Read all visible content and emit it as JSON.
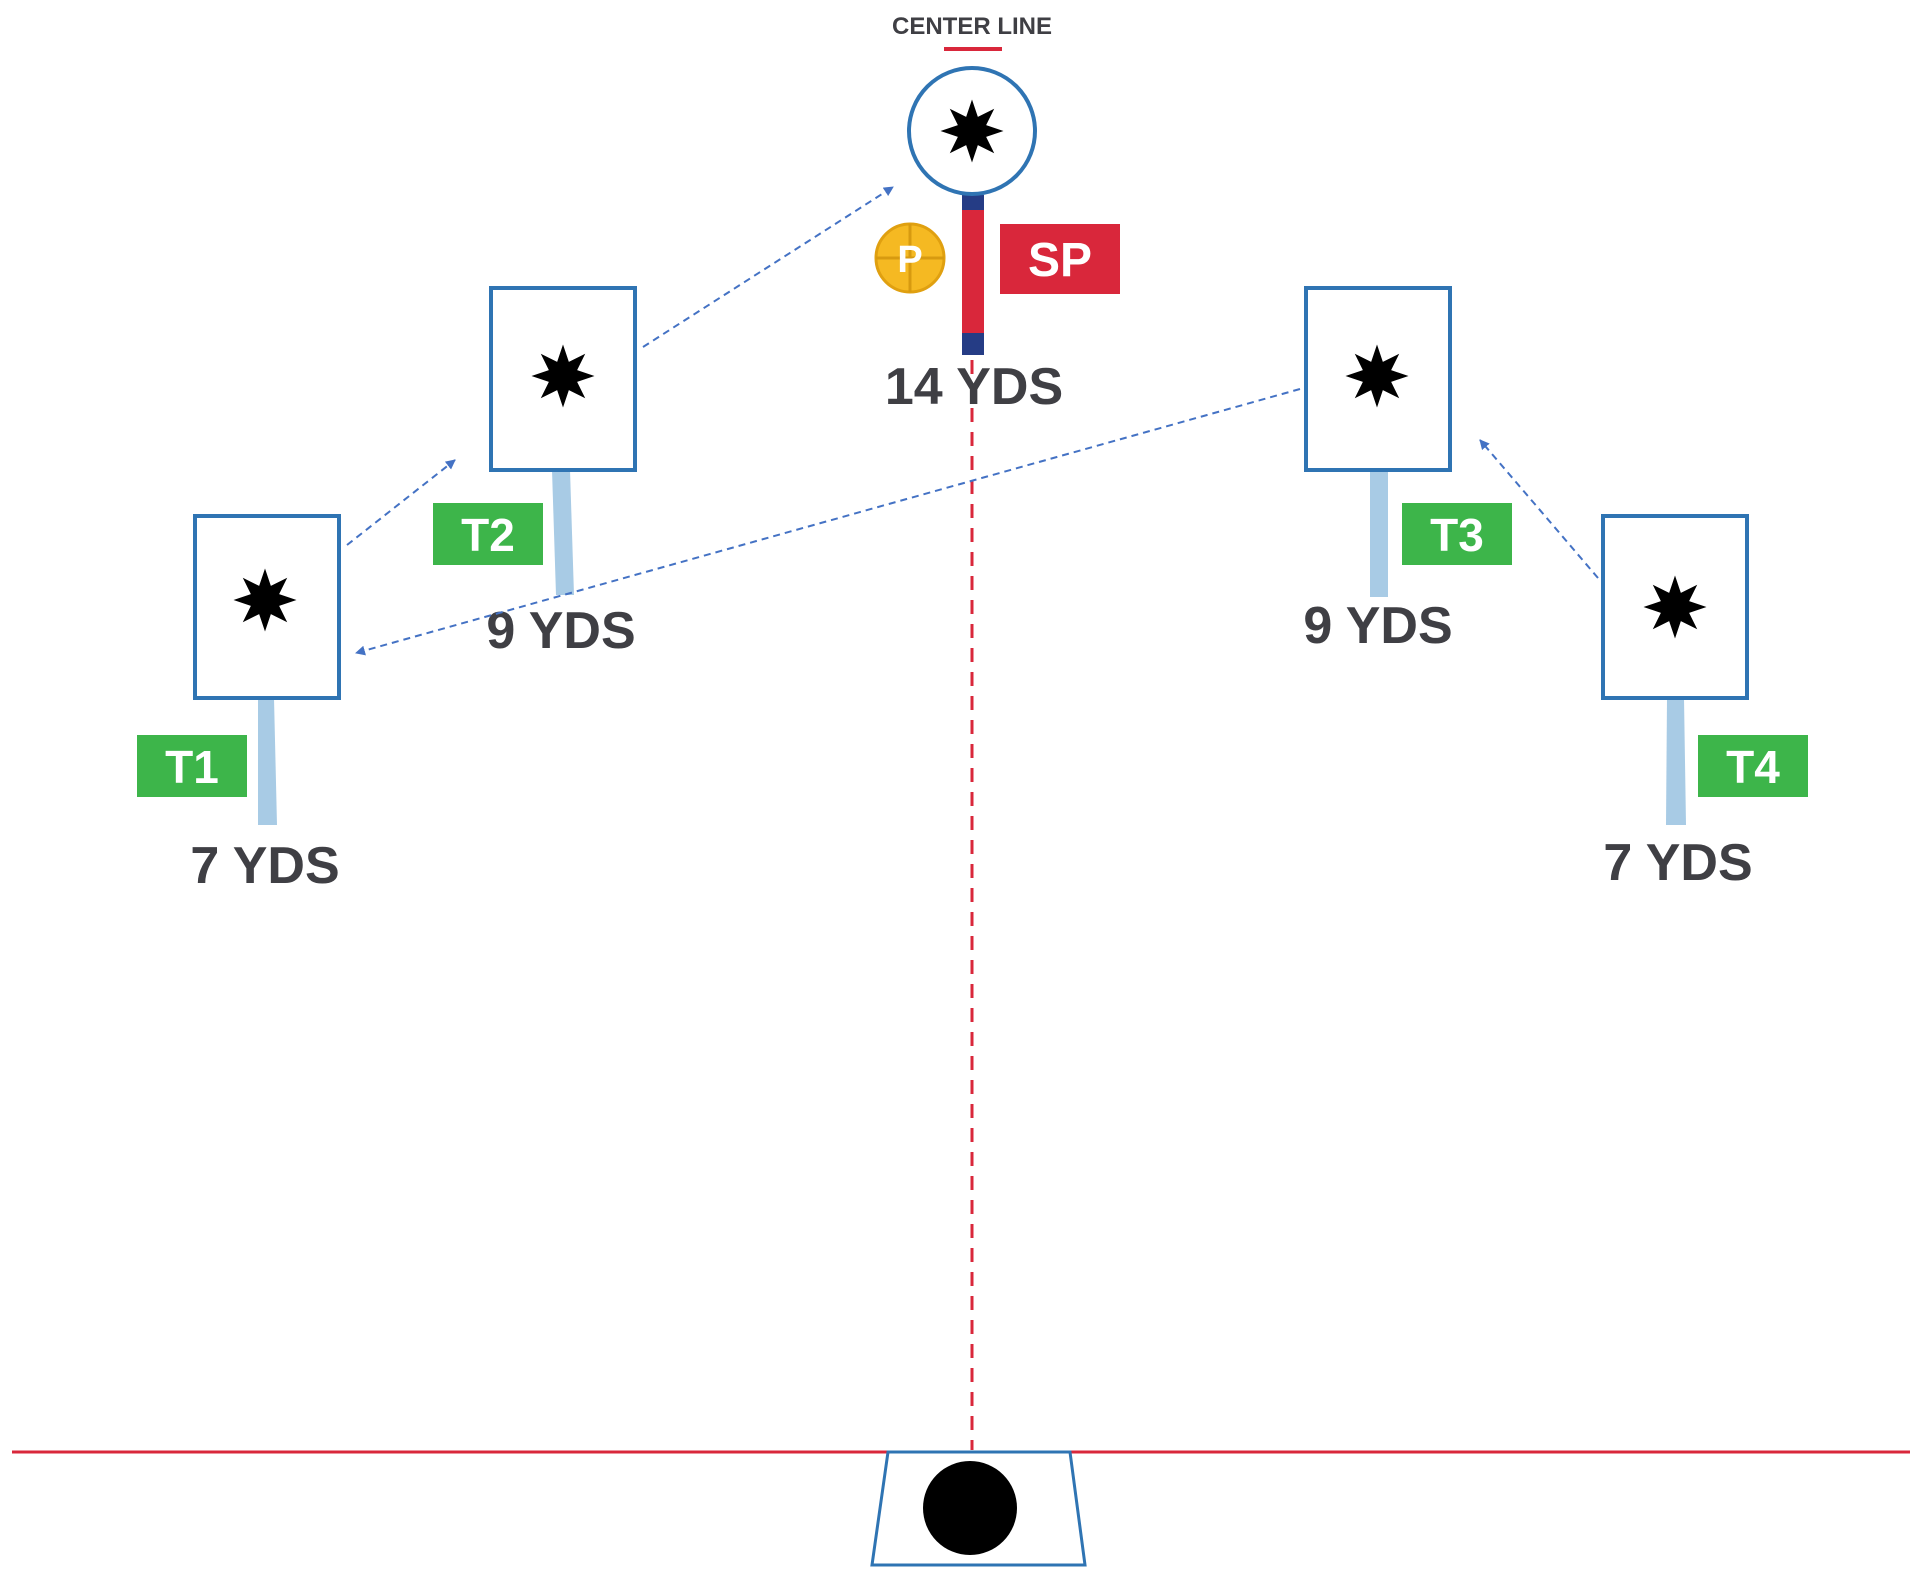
{
  "center_line_label": "CENTER LINE",
  "start_position_label": "SP",
  "shooter_marker_label": "P",
  "targets": {
    "t1": {
      "tag": "T1",
      "distance": "7 YDS"
    },
    "t2": {
      "tag": "T2",
      "distance": "9 YDS"
    },
    "t3": {
      "tag": "T3",
      "distance": "9 YDS"
    },
    "t4": {
      "tag": "T4",
      "distance": "7 YDS"
    },
    "center": {
      "distance": "14 YDS"
    }
  },
  "colors": {
    "line_red": "#d9273b",
    "target_border": "#2f74b3",
    "tag_green": "#3db54a",
    "stand_blue": "#a8cbe5",
    "arrow_blue": "#4472c4",
    "post_navy": "#253c85",
    "marker_gold": "#f5b922",
    "text_dark": "#3f3f44"
  },
  "icons": {
    "target_center": "starburst-icon",
    "shooter": "crosshair-icon",
    "start_box": "barricade-icon"
  }
}
